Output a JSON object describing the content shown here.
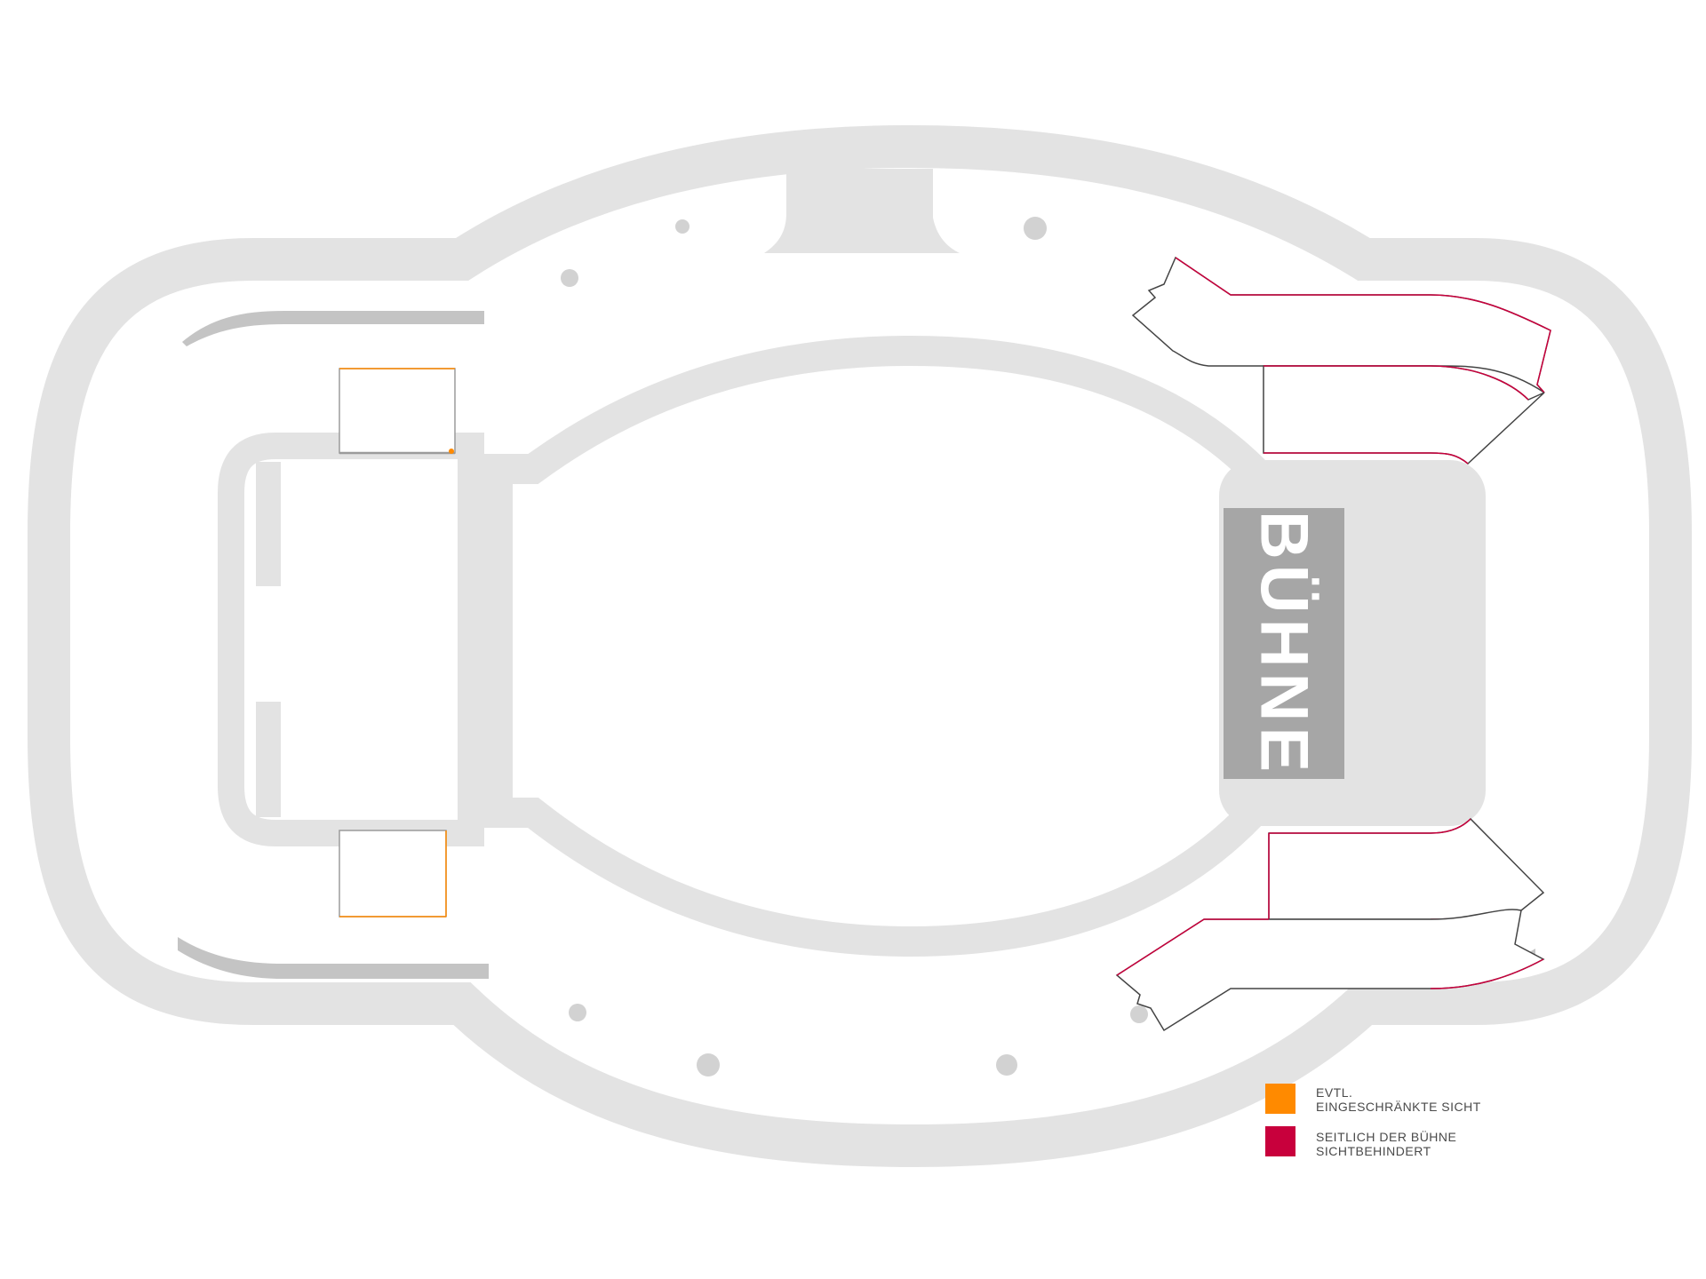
{
  "stage": {
    "label": "BÜHNE"
  },
  "legend": [
    {
      "color": "#FF8A00",
      "lines": [
        "EVTL.",
        "EINGESCHRÄNKTE SICHT"
      ]
    },
    {
      "color": "#C8003C",
      "lines": [
        "SEITLICH DER BÜHNE",
        "SICHTBEHINDERT"
      ]
    }
  ],
  "colors": {
    "concourse": "#e3e3e3",
    "tribune_bar": "#c4c4c4",
    "stage": "#a6a6a6",
    "stage_area": "#e3e3e3",
    "orange": "#FF8A00",
    "red": "#C8003C",
    "restricted_outline": "#666666"
  },
  "sections": {
    "restricted_view": [
      "block-left-upper",
      "block-left-lower"
    ],
    "obstructed_view": [
      "wing-right-upper",
      "wing-right-lower"
    ]
  }
}
